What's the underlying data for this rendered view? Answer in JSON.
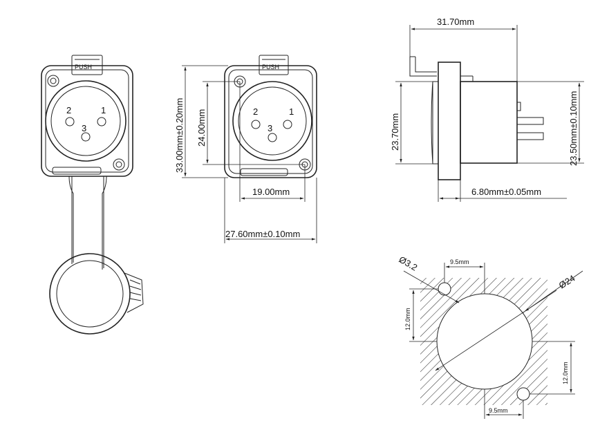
{
  "labels": {
    "push_front": "PUSH",
    "push_dim": "PUSH",
    "pin1_front": "1",
    "pin2_front": "2",
    "pin3_front": "3",
    "pin1_dim": "1",
    "pin2_dim": "2",
    "pin3_dim": "3"
  },
  "dimensions": {
    "height_outer": "33.00mm±0.20mm",
    "height_inner": "24.00mm",
    "width_holes": "19.00mm",
    "width_outer": "27.60mm±0.10mm",
    "depth_total": "31.70mm",
    "side_height": "23.70mm",
    "side_right": "23.50mm±0.10mm",
    "flange": "6.80mm±0.05mm",
    "cutout_hole_dia": "Ø3.2",
    "cutout_main_dia": "Ø24",
    "cutout_top_offset": "9.5mm",
    "cutout_left_offset": "12.0mm",
    "cutout_right_offset": "12.0mm",
    "cutout_bottom_offset": "9.5mm"
  }
}
